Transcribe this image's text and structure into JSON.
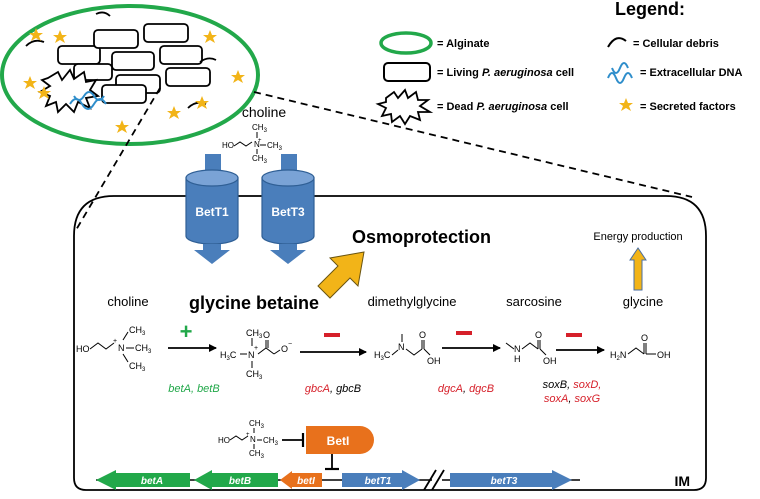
{
  "legend": {
    "title": "Legend:",
    "items": [
      {
        "label": "= Alginate"
      },
      {
        "label": "= Cellular debris"
      },
      {
        "label_pre": "= Living ",
        "label_ital": "P. aeruginosa",
        "label_post": " cell"
      },
      {
        "label": "= Extracellular DNA"
      },
      {
        "label_pre": "= Dead ",
        "label_ital": "P. aeruginosa",
        "label_post": " cell"
      },
      {
        "label": "= Secreted factors"
      }
    ]
  },
  "transporters": {
    "choline_top": "choline",
    "betT1": "BetT1",
    "betT3": "BetT3"
  },
  "labels": {
    "osmoprotection": "Osmoprotection",
    "energy": "Energy production",
    "membrane": "IM"
  },
  "pathway": {
    "metabolites": [
      "choline",
      "glycine betaine",
      "dimethylglycine",
      "sarcosine",
      "glycine"
    ],
    "plus_sign": "+",
    "minus_sign": "−"
  },
  "genes": {
    "step1": [
      {
        "t": "betA",
        "c": "#22a84a"
      },
      {
        "t": ", ",
        "c": "#22a84a"
      },
      {
        "t": "betB",
        "c": "#22a84a"
      }
    ],
    "step2": [
      {
        "t": "gbcA",
        "c": "#d6202a"
      },
      {
        "t": ", ",
        "c": "#000000"
      },
      {
        "t": "gbcB",
        "c": "#000000"
      }
    ],
    "step3": [
      {
        "t": "dgcA",
        "c": "#d6202a"
      },
      {
        "t": ", ",
        "c": "#000000"
      },
      {
        "t": "dgcB",
        "c": "#d6202a"
      }
    ],
    "step4a": [
      {
        "t": "soxB",
        "c": "#000000"
      },
      {
        "t": ", ",
        "c": "#000000"
      },
      {
        "t": "soxD",
        "c": "#d6202a"
      },
      {
        "t": ",",
        "c": "#d6202a"
      }
    ],
    "step4b": [
      {
        "t": "soxA",
        "c": "#d6202a"
      },
      {
        "t": ", ",
        "c": "#000000"
      },
      {
        "t": "soxG",
        "c": "#d6202a"
      }
    ]
  },
  "regulator": {
    "name": "BetI"
  },
  "operon": {
    "betA": "betA",
    "betB": "betB",
    "betI": "betI",
    "betT1": "betT1",
    "betT3": "betT3"
  },
  "chem": {
    "ch3": "CH",
    "sub3": "3",
    "h3c": "H",
    "ho": "HO",
    "n": "N",
    "nplus": "+",
    "o": "O",
    "ominus": "−",
    "oh": "OH",
    "h": "H",
    "h2n": "H",
    "sub2": "2"
  },
  "colors": {
    "alginate": "#22a84a",
    "transporter": "#4a7ebb",
    "arrow_orange": "#f2b418",
    "beti": "#e8711c",
    "green_gene": "#22a84a",
    "blue_gene": "#4a7ebb",
    "red": "#d6202a"
  }
}
